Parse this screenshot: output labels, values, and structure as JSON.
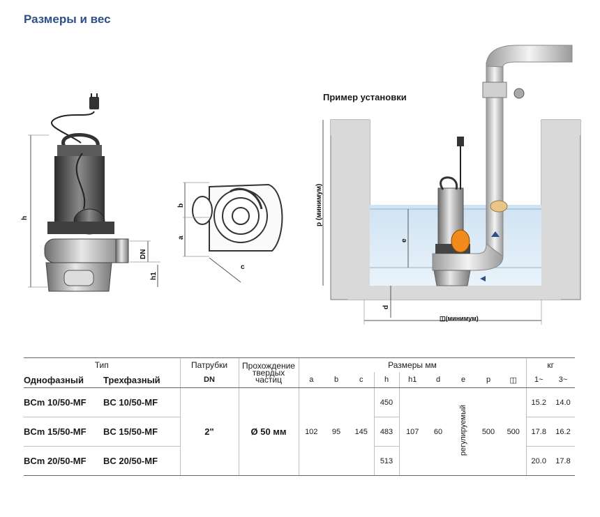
{
  "page": {
    "title": "Размеры и вес"
  },
  "drawing_labels": {
    "h": "h",
    "h1": "h1",
    "dn": "DN",
    "a": "a",
    "b": "b",
    "c": "c",
    "p": "p  (минимум)",
    "e": "e",
    "d": "d",
    "square": "(минимум)"
  },
  "installation": {
    "title": "Пример установки"
  },
  "table": {
    "head": {
      "type": "Тип",
      "single_phase": "Однофазный",
      "three_phase": "Трехфазный",
      "nozzles": "Патрубки",
      "dn": "DN",
      "passage": "Прохождение твердых частиц",
      "dimensions": "Размеры мм",
      "weight": "кг",
      "cols": [
        "a",
        "b",
        "c",
        "h",
        "h1",
        "d",
        "e",
        "p",
        "◫"
      ],
      "w1": "1~",
      "w3": "3~"
    },
    "shared": {
      "dn": "2\"",
      "passage": "Ø 50 мм",
      "a": "102",
      "b": "95",
      "c": "145",
      "h1": "107",
      "d": "60",
      "e": "регулируемый",
      "p": "500",
      "sq": "500"
    },
    "rows": [
      {
        "single": "BCm 10/50-MF",
        "three": "BC 10/50-MF",
        "h": "450",
        "w1": "15.2",
        "w3": "14.0"
      },
      {
        "single": "BCm 15/50-MF",
        "three": "BC 15/50-MF",
        "h": "483",
        "w1": "17.8",
        "w3": "16.2"
      },
      {
        "single": "BCm 20/50-MF",
        "three": "BC 20/50-MF",
        "h": "513",
        "w1": "20.0",
        "w3": "17.8"
      }
    ]
  }
}
